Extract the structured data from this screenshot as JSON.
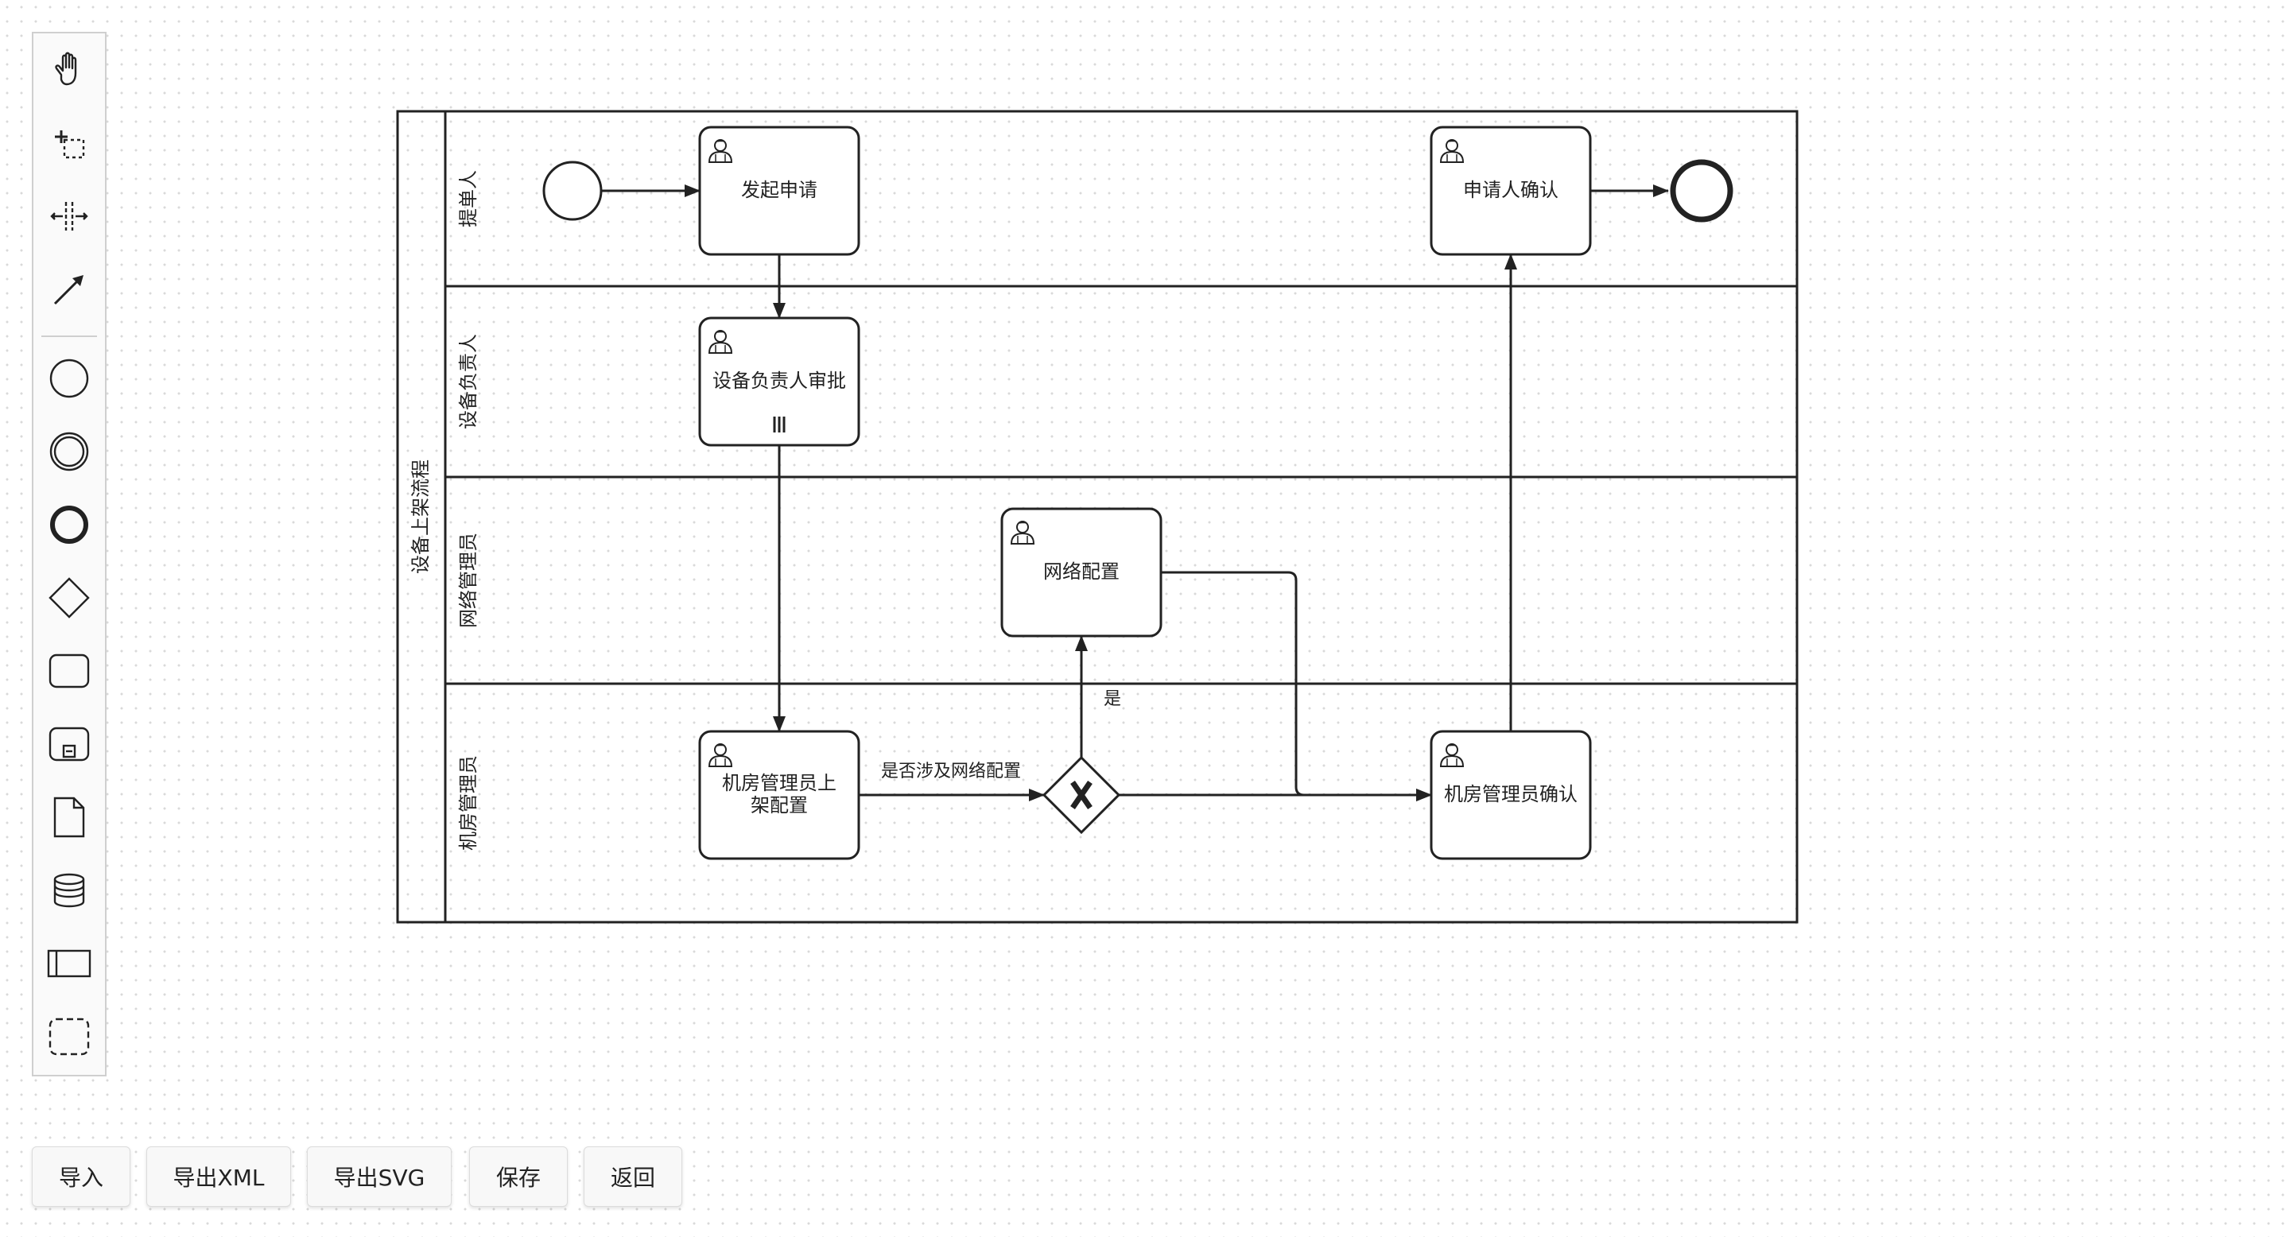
{
  "palette": {
    "tools": [
      {
        "icon": "hand-tool-icon",
        "tooltip": ""
      },
      {
        "icon": "lasso-tool-icon",
        "tooltip": ""
      },
      {
        "icon": "space-tool-icon",
        "tooltip": ""
      },
      {
        "icon": "connect-tool-icon",
        "tooltip": ""
      },
      {
        "icon": "start-event-icon",
        "tooltip": ""
      },
      {
        "icon": "intermediate-event-icon",
        "tooltip": ""
      },
      {
        "icon": "end-event-icon",
        "tooltip": ""
      },
      {
        "icon": "gateway-icon",
        "tooltip": ""
      },
      {
        "icon": "task-icon",
        "tooltip": ""
      },
      {
        "icon": "subprocess-icon",
        "tooltip": ""
      },
      {
        "icon": "data-object-icon",
        "tooltip": ""
      },
      {
        "icon": "data-store-icon",
        "tooltip": ""
      },
      {
        "icon": "participant-icon",
        "tooltip": ""
      },
      {
        "icon": "group-icon",
        "tooltip": ""
      }
    ]
  },
  "diagram": {
    "pool_name": "设备上架流程",
    "lanes": [
      "提单人",
      "设备负责人",
      "网络管理员",
      "机房管理员"
    ],
    "tasks": {
      "submit": "发起申请",
      "approve": "设备负责人审批",
      "network": "网络配置",
      "room_line1": "机房管理员上",
      "room_line2": "架配置",
      "room_confirm": "机房管理员确认",
      "applicant_confirm": "申请人确认"
    },
    "flows": {
      "involves_network": "是否涉及网络配置",
      "yes": "是"
    },
    "multi_instance_marker": "parallel",
    "colors": {
      "stroke": "#222222",
      "fill": "#ffffff"
    }
  },
  "buttons": {
    "import": "导入",
    "export_xml": "导出XML",
    "export_svg": "导出SVG",
    "save": "保存",
    "back": "返回"
  }
}
